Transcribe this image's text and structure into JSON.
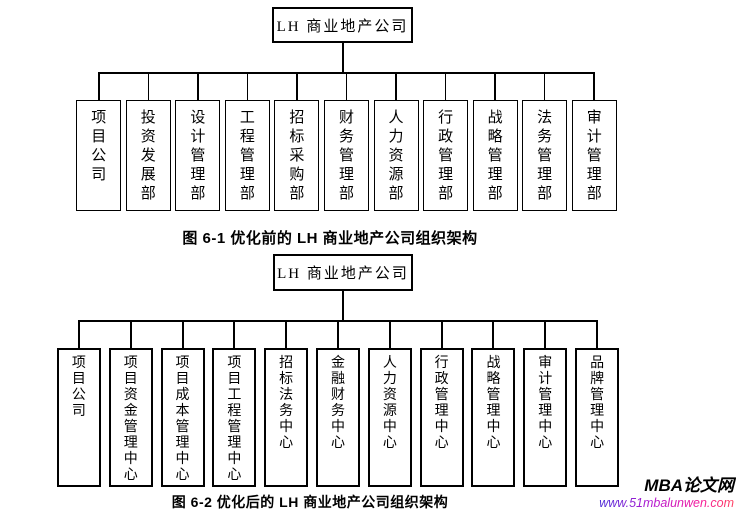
{
  "page": {
    "background_color": "#ffffff",
    "line_color": "#000000"
  },
  "charts": [
    {
      "id": "before",
      "root_label": "LH 商业地产公司",
      "departments": [
        "项目公司",
        "投资发展部",
        "设计管理部",
        "工程管理部",
        "招标采购部",
        "财务管理部",
        "人力资源部",
        "行政管理部",
        "战略管理部",
        "法务管理部",
        "审计管理部"
      ],
      "caption": "图 6-1 优化前的 LH 商业地产公司组织架构"
    },
    {
      "id": "after",
      "root_label": "LH 商业地产公司",
      "departments": [
        "项目公司",
        "项目资金管理中心",
        "项目成本管理中心",
        "项目工程管理中心",
        "招标法务中心",
        "金融财务中心",
        "人力资源中心",
        "行政管理中心",
        "战略管理中心",
        "审计管理中心",
        "品牌管理中心"
      ],
      "caption": "图 6-2 优化后的 LH 商业地产公司组织架构"
    }
  ],
  "watermark": {
    "site_name": "MBA论文网",
    "site_url": "www.51mbalunwen.com",
    "name_color": "#000000",
    "url_gradient": [
      "#4b2ed8",
      "#b517d0",
      "#f5199b",
      "#ff4060"
    ]
  }
}
